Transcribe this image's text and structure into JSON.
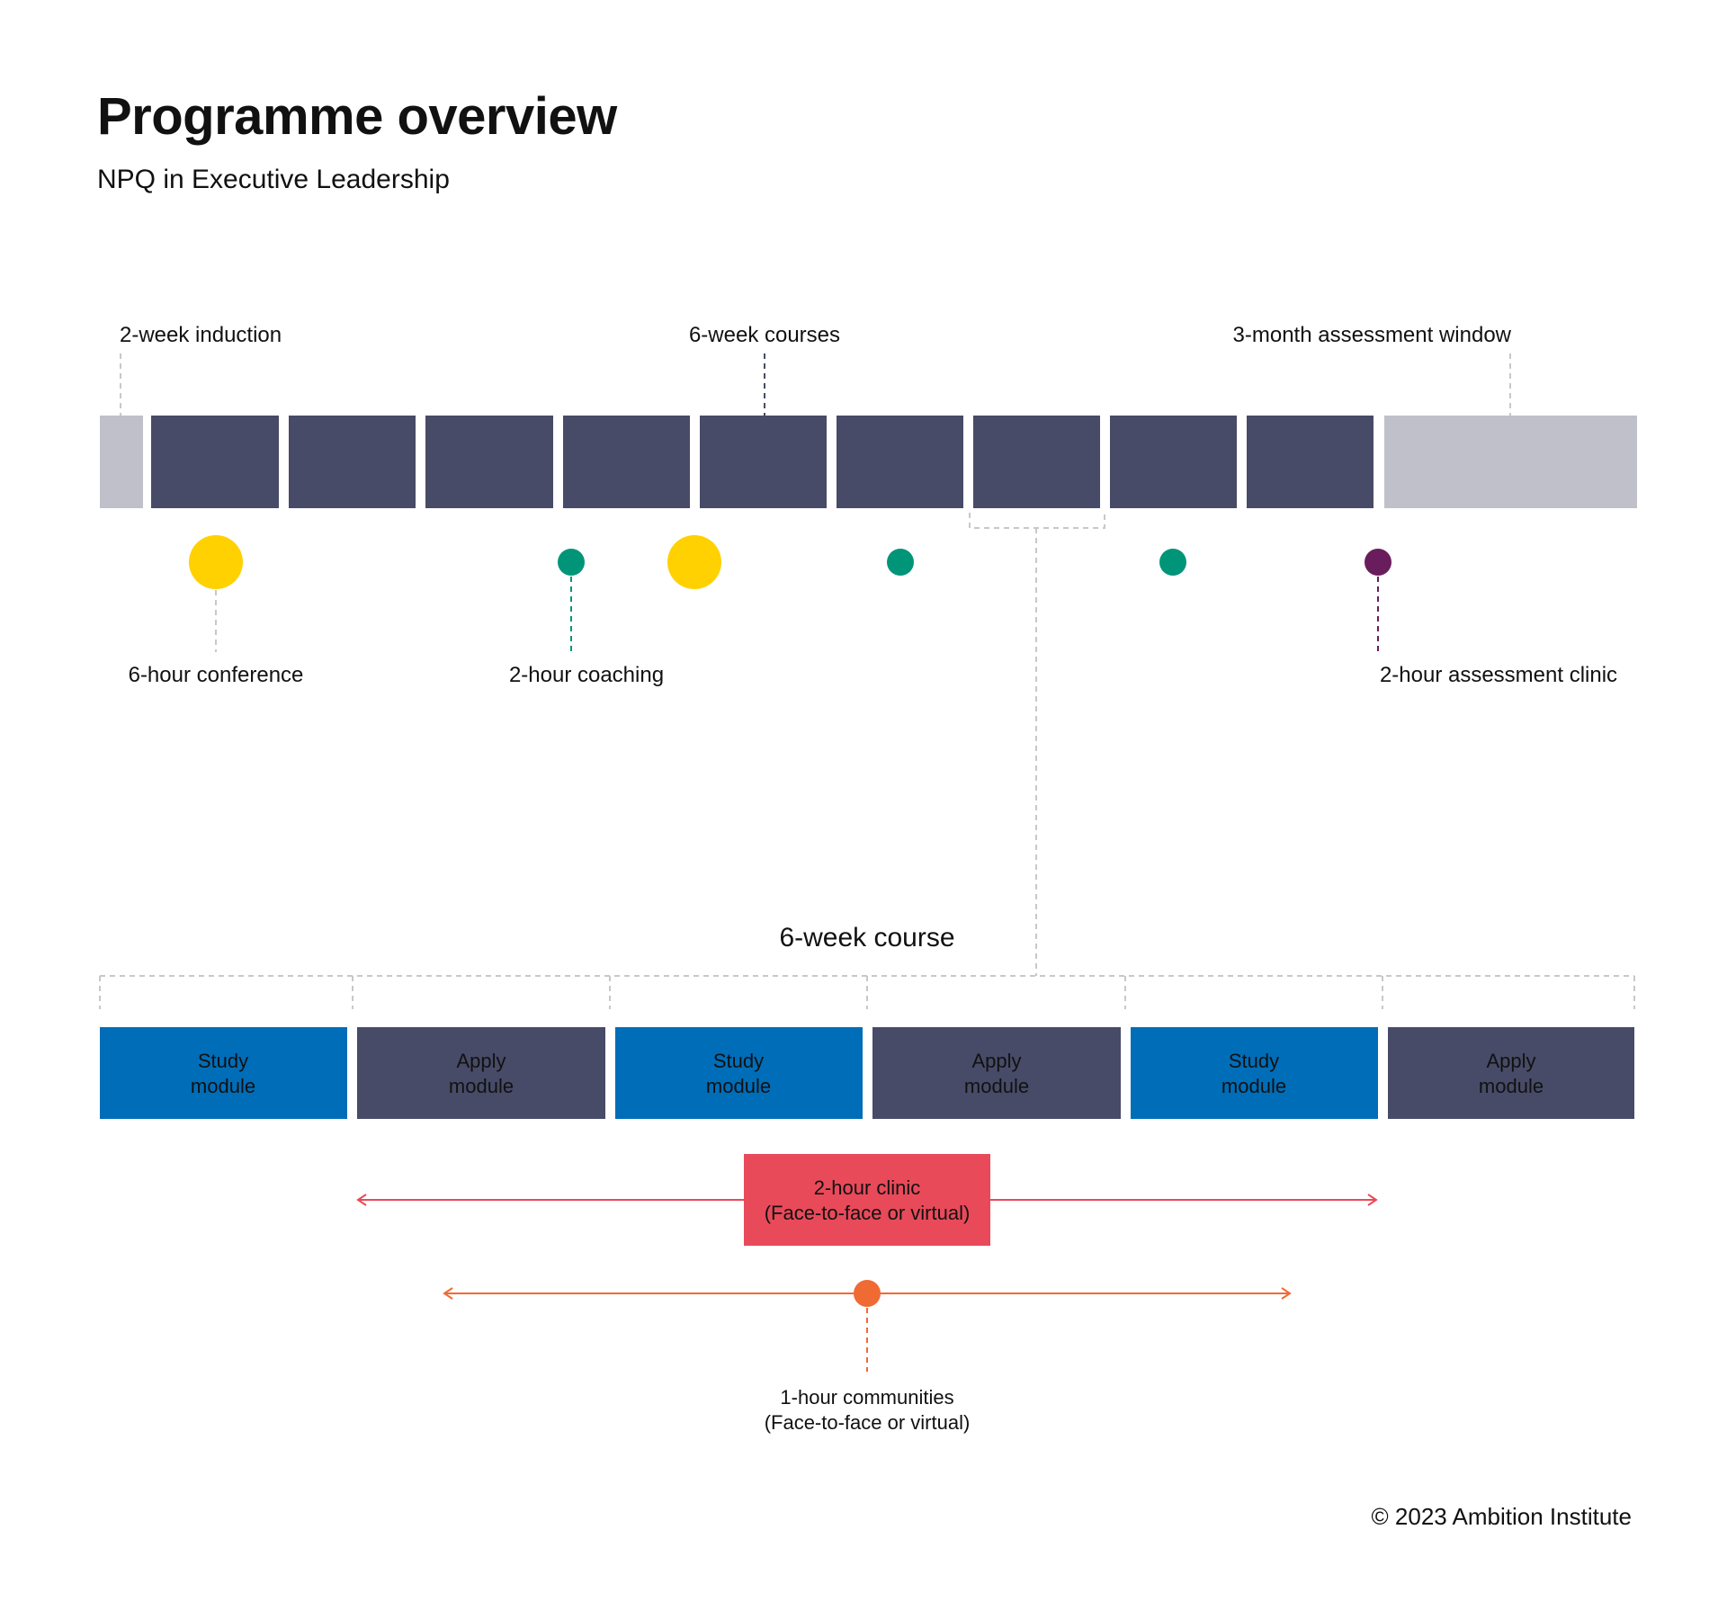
{
  "header": {
    "title": "Programme overview",
    "subtitle": "NPQ in Executive Leadership"
  },
  "timeline": {
    "labels": {
      "induction": "2-week induction",
      "courses": "6-week courses",
      "assessment_window": "3-month assessment window"
    },
    "segments": [
      "induction",
      "course",
      "course",
      "course",
      "course",
      "course",
      "course",
      "course",
      "course",
      "course",
      "assessment"
    ],
    "events": {
      "conference": "6-hour conference",
      "coaching": "2-hour coaching",
      "assessment_clinic": "2-hour assessment clinic"
    }
  },
  "course_detail": {
    "title": "6-week course",
    "modules": [
      {
        "line1": "Study",
        "line2": "module",
        "kind": "study"
      },
      {
        "line1": "Apply",
        "line2": "module",
        "kind": "apply"
      },
      {
        "line1": "Study",
        "line2": "module",
        "kind": "study"
      },
      {
        "line1": "Apply",
        "line2": "module",
        "kind": "apply"
      },
      {
        "line1": "Study",
        "line2": "module",
        "kind": "study"
      },
      {
        "line1": "Apply",
        "line2": "module",
        "kind": "apply"
      }
    ],
    "clinic": {
      "line1": "2-hour clinic",
      "line2": "(Face-to-face or virtual)"
    },
    "communities": {
      "line1": "1-hour communities",
      "line2": "(Face-to-face or virtual)"
    }
  },
  "footer": {
    "copyright": "© 2023 Ambition Institute"
  },
  "colors": {
    "navy": "#474b67",
    "grey": "#c0c0ca",
    "blue": "#006db8",
    "yellow": "#ffd100",
    "green": "#009579",
    "purple": "#6a1d5c",
    "red": "#e84a5a",
    "orange": "#f06a34",
    "dashed": "#c8c8c8"
  }
}
